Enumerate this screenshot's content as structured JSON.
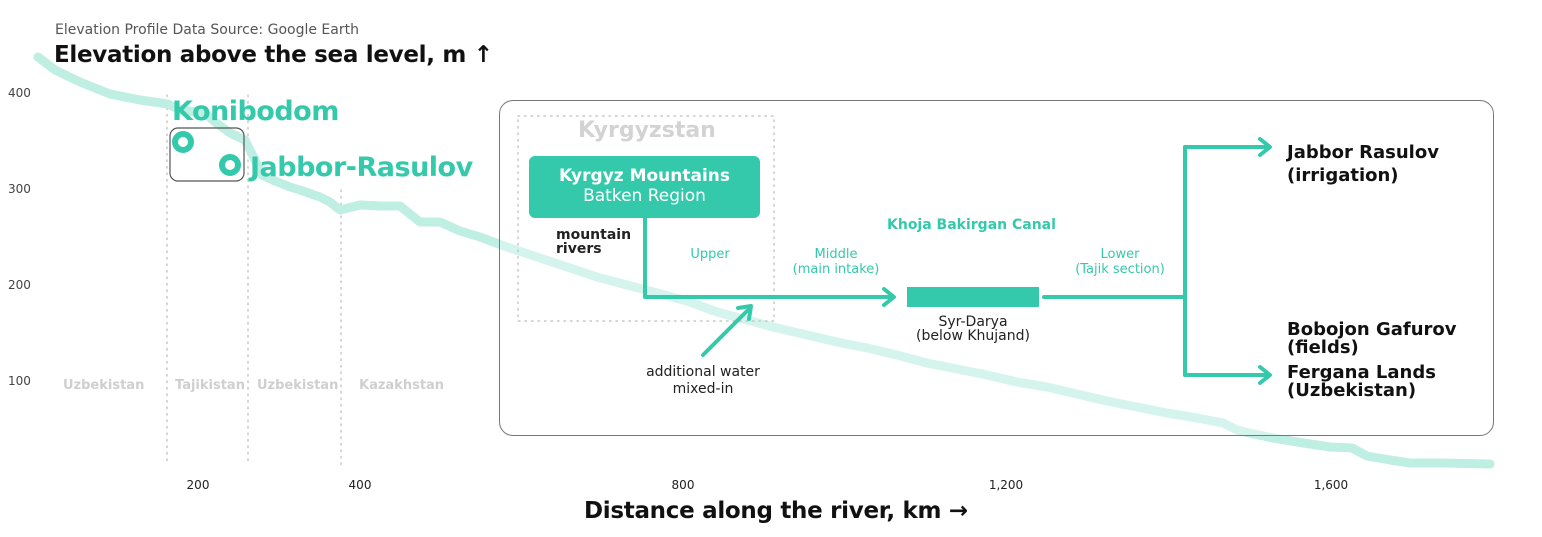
{
  "header": {
    "source": "Elevation Profile Data Source: Google Earth",
    "y_title": "Elevation above the sea level, m ↑",
    "x_title": "Distance along the river, km →"
  },
  "axes": {
    "y_ticks": [
      "400",
      "300",
      "200",
      "100"
    ],
    "x_ticks": [
      "200",
      "400",
      "800",
      "1,200",
      "1,600"
    ]
  },
  "countries": [
    "Uzbekistan",
    "Tajikistan",
    "Uzbekistan",
    "Kazakhstan"
  ],
  "towns": {
    "konibodom": "Konibodom",
    "jabbor_rasulov": "Jabbor-Rasulov"
  },
  "diagram": {
    "region_label": "Kyrgyzstan",
    "source_box": {
      "title": "Kyrgyz Mountains",
      "subtitle": "Batken Region"
    },
    "mountain_rivers": [
      "mountain",
      "rivers"
    ],
    "canal_name": "Khoja Bakirgan Canal",
    "sections": {
      "upper": "Upper",
      "middle": [
        "Middle",
        "(main intake)"
      ],
      "lower": [
        "Lower",
        "(Tajik section)"
      ]
    },
    "syr_darya": [
      "Syr-Darya",
      "(below Khujand)"
    ],
    "additional_water": [
      "additional water",
      "mixed-in"
    ],
    "destinations": {
      "jabbor": [
        "Jabbor Rasulov",
        "(irrigation)"
      ],
      "bobojon": [
        "Bobojon Gafurov",
        "(fields)"
      ],
      "fergana": [
        "Fergana Lands",
        "(Uzbekistan)"
      ]
    }
  },
  "colors": {
    "accent": "#35c9ac",
    "profile_line": "#bfeee3",
    "muted_label": "#cfcfcf",
    "panel_border": "#777777"
  },
  "chart_data": {
    "type": "line",
    "title": "Elevation above the sea level, m",
    "subtitle": "Elevation Profile Data Source: Google Earth",
    "xlabel": "Distance along the river, km",
    "ylabel": "Elevation above the sea level, m",
    "xlim": [
      0,
      1800
    ],
    "ylim": [
      0,
      420
    ],
    "x_ticks": [
      200,
      400,
      800,
      1200,
      1600
    ],
    "y_ticks": [
      100,
      200,
      300,
      400
    ],
    "grid": false,
    "series": [
      {
        "name": "Syr-Darya elevation profile",
        "x": [
          2,
          23,
          54,
          91,
          128,
          163,
          178,
          209,
          221,
          240,
          258,
          271,
          279,
          295,
          314,
          326,
          351,
          363,
          376,
          400,
          425,
          450,
          475,
          500,
          524,
          549,
          582,
          619,
          656,
          693,
          730,
          767,
          804,
          842,
          879,
          916,
          953,
          990,
          1027,
          1064,
          1101,
          1139,
          1176,
          1213,
          1250,
          1287,
          1324,
          1361,
          1398,
          1435,
          1468,
          1486,
          1501,
          1530,
          1575,
          1600,
          1627,
          1645,
          1675,
          1700,
          1740,
          1800
        ],
        "y": [
          406,
          393,
          380,
          368,
          361,
          357,
          351,
          348,
          339,
          327,
          320,
          299,
          284,
          277,
          271,
          268,
          260,
          255,
          247,
          253,
          252,
          252,
          235,
          235,
          225,
          219,
          208,
          198,
          188,
          178,
          169,
          160,
          149,
          140,
          132,
          124,
          117,
          110,
          103,
          96,
          88,
          82,
          75,
          69,
          63,
          57,
          50,
          44,
          37,
          30,
          24,
          18,
          14,
          8,
          3,
          0,
          -1,
          -9,
          -14,
          -16,
          -17,
          -18
        ]
      }
    ],
    "annotations": [
      {
        "text": "Konibodom",
        "x": 190,
        "y": 348,
        "marker": "ring"
      },
      {
        "text": "Jabbor-Rasulov",
        "x": 240,
        "y": 325,
        "marker": "ring"
      },
      {
        "text": "Uzbekistan",
        "x_range": [
          0,
          163
        ],
        "type": "country-band"
      },
      {
        "text": "Tajikistan",
        "x_range": [
          163,
          262
        ],
        "type": "country-band"
      },
      {
        "text": "Uzbekistan",
        "x_range": [
          262,
          375
        ],
        "type": "country-band"
      },
      {
        "text": "Kazakhstan",
        "x_range": [
          375,
          560
        ],
        "type": "country-band"
      }
    ]
  }
}
